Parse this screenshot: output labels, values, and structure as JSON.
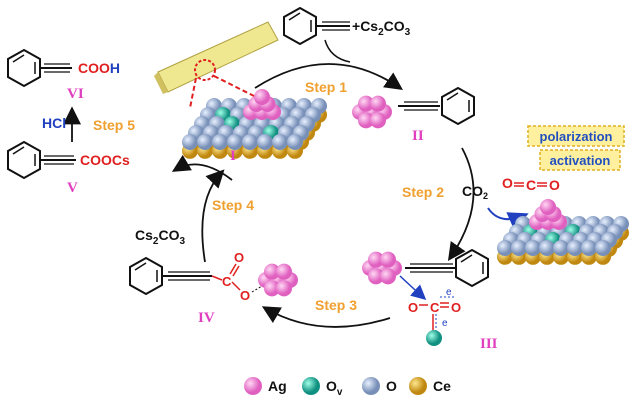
{
  "reactant": {
    "plus": "+",
    "cs2co3": "Cs",
    "cs2co3_sub": "2",
    "cs2co3_rest": "CO",
    "cs2co3_sub2": "3"
  },
  "steps": [
    "Step 1",
    "Step 2",
    "Step 3",
    "Step 4",
    "Step 5"
  ],
  "intermediates": [
    "I",
    "II",
    "III",
    "IV",
    "V",
    "VI"
  ],
  "co2": {
    "main": "CO",
    "sub": "2"
  },
  "cs2co3_step4": {
    "a": "Cs",
    "b": "2",
    "c": "CO",
    "d": "3"
  },
  "hcl": "HCl",
  "product_v": "COOCs",
  "product_vi": {
    "cooh": "COO",
    "h": "H"
  },
  "polarization": [
    "polarization",
    "activation"
  ],
  "atoms": {
    "c": "C",
    "o": "O",
    "e": "e"
  },
  "legend": [
    {
      "symbol": "Ag",
      "color": "#f080d0"
    },
    {
      "symbol": "O",
      "sub": "v",
      "color": "#20b0a0"
    },
    {
      "symbol": "O",
      "color": "#a0b8d8"
    },
    {
      "symbol": "Ce",
      "color": "#e0a820"
    }
  ]
}
